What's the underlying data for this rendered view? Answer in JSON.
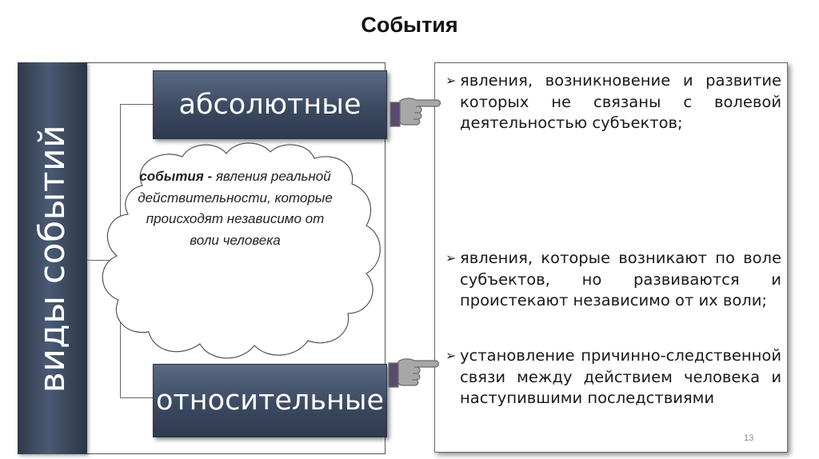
{
  "title": "События",
  "vertical_label": "виды событий",
  "types": {
    "absolute": "абсолютные",
    "relative": "относительные"
  },
  "definition": {
    "term": "события -",
    "text": "явления реальной действительности, которые происходят независимо от воли человека"
  },
  "bullets": [
    "явления, возникновение и развитие которых не связаны с волевой деятельностью субъектов;",
    "явления, которые возникают по воле субъектов, но развиваются и проистекают независимо от их воли;",
    "установление причинно-следственной связи между действием человека и наступившими последствиями"
  ],
  "bullet_marker": "➢",
  "page_number": "13",
  "icons": {
    "pointer": "pointing-hand-icon"
  },
  "colors": {
    "bar_dark": "#2f3b4d",
    "box_mid": "#3b4a61",
    "hand_fill": "#a7a7a7"
  }
}
